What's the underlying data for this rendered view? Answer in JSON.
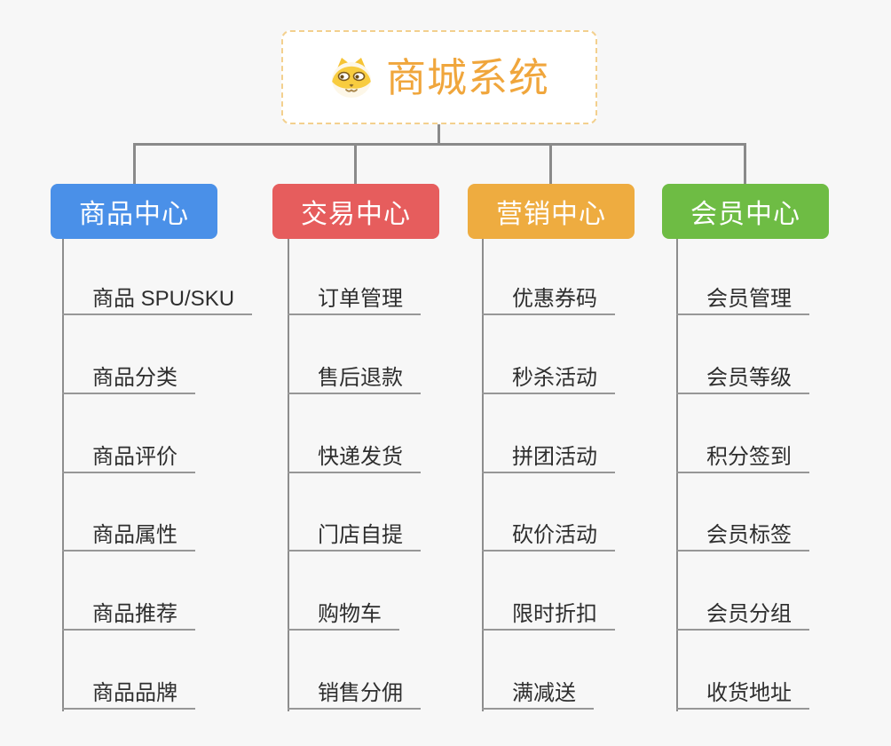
{
  "root": {
    "title": "商城系统",
    "icon": "shiba-dog-icon",
    "title_color": "#f0a63c",
    "border_color": "#f3d08e"
  },
  "connector_color": "#8a8a8a",
  "branches": [
    {
      "label": "商品中心",
      "color": "#4a90e8",
      "items": [
        "商品 SPU/SKU",
        "商品分类",
        "商品评价",
        "商品属性",
        "商品推荐",
        "商品品牌"
      ]
    },
    {
      "label": "交易中心",
      "color": "#e65d5d",
      "items": [
        "订单管理",
        "售后退款",
        "快递发货",
        "门店自提",
        "购物车",
        "销售分佣"
      ]
    },
    {
      "label": "营销中心",
      "color": "#eeac40",
      "items": [
        "优惠券码",
        "秒杀活动",
        "拼团活动",
        "砍价活动",
        "限时折扣",
        "满减送"
      ]
    },
    {
      "label": "会员中心",
      "color": "#6ebc44",
      "items": [
        "会员管理",
        "会员等级",
        "积分签到",
        "会员标签",
        "会员分组",
        "收货地址"
      ]
    }
  ]
}
